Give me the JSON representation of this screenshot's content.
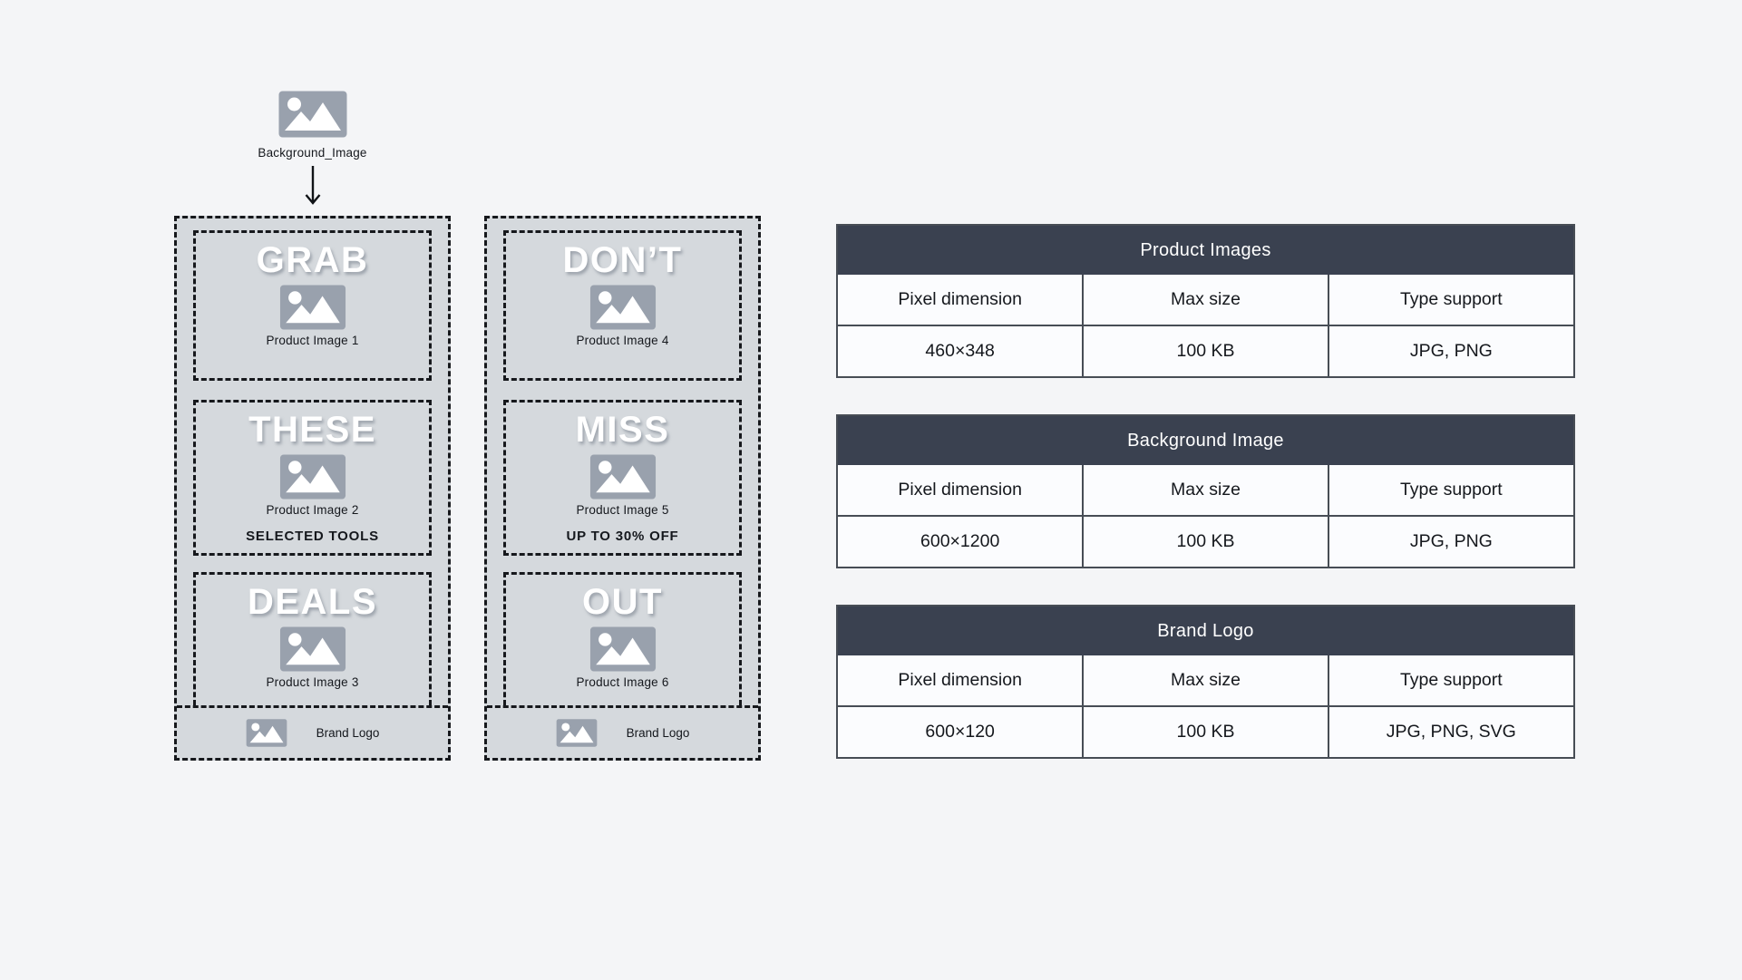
{
  "colors": {
    "page_bg": "#f4f5f7",
    "panel_bg": "#d5d9dd",
    "dash_border": "#16181c",
    "headline_text": "#ffffff",
    "table_header_bg": "#3a4150",
    "table_border": "#474d55",
    "cell_bg": "#fbfcfe",
    "placeholder_icon_gray": "#99a1ad"
  },
  "icons": {
    "placeholder": "image-placeholder-icon",
    "arrow": "arrow-down-icon"
  },
  "flow": {
    "source_label": "Background_Image",
    "panels": [
      {
        "sections": [
          {
            "headline": "GRAB",
            "image_label": "Product Image 1",
            "tagline": ""
          },
          {
            "headline": "THESE",
            "image_label": "Product Image 2",
            "tagline": "SELECTED TOOLS"
          },
          {
            "headline": "DEALS",
            "image_label": "Product Image 3",
            "tagline": ""
          }
        ],
        "footer_label": "Brand Logo"
      },
      {
        "sections": [
          {
            "headline": "DON’T",
            "image_label": "Product Image 4",
            "tagline": ""
          },
          {
            "headline": "MISS",
            "image_label": "Product Image 5",
            "tagline": "UP TO 30% OFF"
          },
          {
            "headline": "OUT",
            "image_label": "Product Image 6",
            "tagline": ""
          }
        ],
        "footer_label": "Brand Logo"
      }
    ]
  },
  "tables": [
    {
      "title": "Product Images",
      "columns": [
        "Pixel dimension",
        "Max size",
        "Type support"
      ],
      "values": [
        "460×348",
        "100 KB",
        "JPG, PNG"
      ]
    },
    {
      "title": "Background Image",
      "columns": [
        "Pixel dimension",
        "Max size",
        "Type support"
      ],
      "values": [
        "600×1200",
        "100 KB",
        "JPG, PNG"
      ]
    },
    {
      "title": "Brand Logo",
      "columns": [
        "Pixel dimension",
        "Max size",
        "Type support"
      ],
      "values": [
        "600×120",
        "100 KB",
        "JPG, PNG, SVG"
      ]
    }
  ]
}
